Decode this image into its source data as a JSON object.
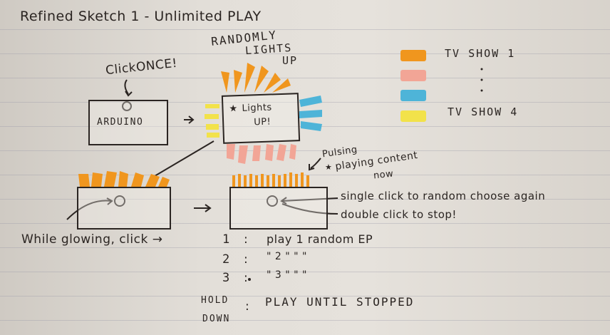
{
  "title": "Refined Sketch  1  - Unlimited  PLAY",
  "labels": {
    "click_once": "ClickONCE!",
    "arduino": "ARDUINO",
    "randomly_lights_up_1": "RANDOMLY",
    "randomly_lights_up_2": "LIGHTS",
    "randomly_lights_up_3": "UP",
    "lights_up_box_1": "Lights",
    "lights_up_box_2": "UP!",
    "pulsing": "Pulsing",
    "playing_content_1": "playing content",
    "playing_content_2": "now",
    "single_click": "single click  to random choose again",
    "double_click": "double click  to  stop!",
    "while_glowing": "While glowing, click →"
  },
  "legend": {
    "items": [
      {
        "label": "TV SHOW 1",
        "color": "#f0961e"
      },
      {
        "label": ":",
        "color": "#f2a596"
      },
      {
        "label": ":",
        "color": "#4eb4d8"
      },
      {
        "label": "TV SHOW 4",
        "color": "#f2e24a"
      }
    ]
  },
  "rules": [
    {
      "key": "1",
      "sep": ":",
      "text": "play 1 random EP"
    },
    {
      "key": "2",
      "sep": ":",
      "text": "\"  2 \"         \"  \""
    },
    {
      "key": "3",
      "sep": ":",
      "text": "\"  3 \"         \"  \""
    }
  ],
  "hold": {
    "line1": "HOLD",
    "line2": "DOWN",
    "sep": ":",
    "text": "PLAY UNTIL STOPPED"
  },
  "colors": {
    "orange": "#f0961e",
    "pink": "#f2a596",
    "blue": "#4eb4d8",
    "yellow": "#f2e24a",
    "ink": "#2b2522"
  }
}
